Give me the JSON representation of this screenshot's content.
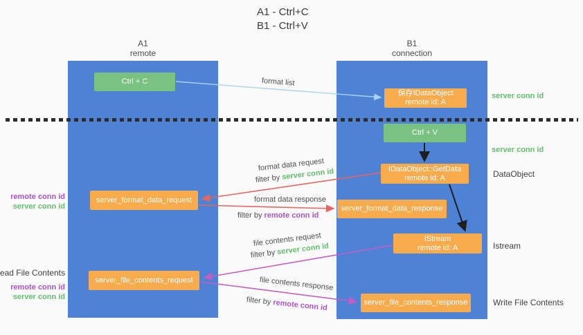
{
  "colors": {
    "bg": "#fafafa",
    "column-blue": "#4d82d5",
    "green": "#79c281",
    "orange": "#f8ab4c",
    "arrow-blue": "#a8d4f0",
    "arrow-red": "#e8655f",
    "arrow-magenta": "#c45ec4",
    "arrow-black": "#1f1f1f",
    "label-green": "#5fbf6b",
    "label-purple": "#ae52c8"
  },
  "title": {
    "line1": "A1 - Ctrl+C",
    "line2": "B1 - Ctrl+V"
  },
  "columns": {
    "left": {
      "name": "A1",
      "role": "remote"
    },
    "right": {
      "name": "B1",
      "role": "connection"
    }
  },
  "boxes": {
    "ctrl_c": {
      "label": "Ctrl + C"
    },
    "save_idataobject": {
      "line1": "保存IDataObject",
      "line2": "remote id: A"
    },
    "ctrl_v": {
      "label": "Ctrl + V"
    },
    "getdata": {
      "line1": "IDataObject::GetData",
      "line2": "remote id: A"
    },
    "format_request": {
      "label": "server_format_data_request"
    },
    "format_response": {
      "label": "server_format_data_response"
    },
    "istream": {
      "line1": "IStream",
      "line2": "remote id: A"
    },
    "file_request": {
      "label": "server_file_contents_request"
    },
    "file_response": {
      "label": "server_file_contents_response"
    }
  },
  "side_labels": {
    "right": {
      "server_conn_id_1": "server conn id",
      "server_conn_id_2": "server conn id",
      "dataobject": "DataObject",
      "istream": "Istream",
      "write_file_contents": "Write File Contents"
    },
    "left": {
      "remote_conn_id_1": "remote conn id",
      "server_conn_id_1": "server conn id",
      "read_file_contents": "Read File Contents",
      "remote_conn_id_2": "remote conn id",
      "server_conn_id_2": "server conn id"
    }
  },
  "arrow_labels": {
    "format_list": "format list",
    "format_data_request": "format data request",
    "filter_by_1_prefix": "filter by ",
    "filter_by_1_value": "server conn id",
    "format_data_response": "format data response",
    "filter_by_2_prefix": "filter by ",
    "filter_by_2_value": "remote conn id",
    "file_contents_request": "file contents request",
    "filter_by_3_prefix": "filter by ",
    "filter_by_3_value": "server conn id",
    "file_contents_response": "file contents response",
    "filter_by_4_prefix": "filter by ",
    "filter_by_4_value": "remote conn id"
  }
}
